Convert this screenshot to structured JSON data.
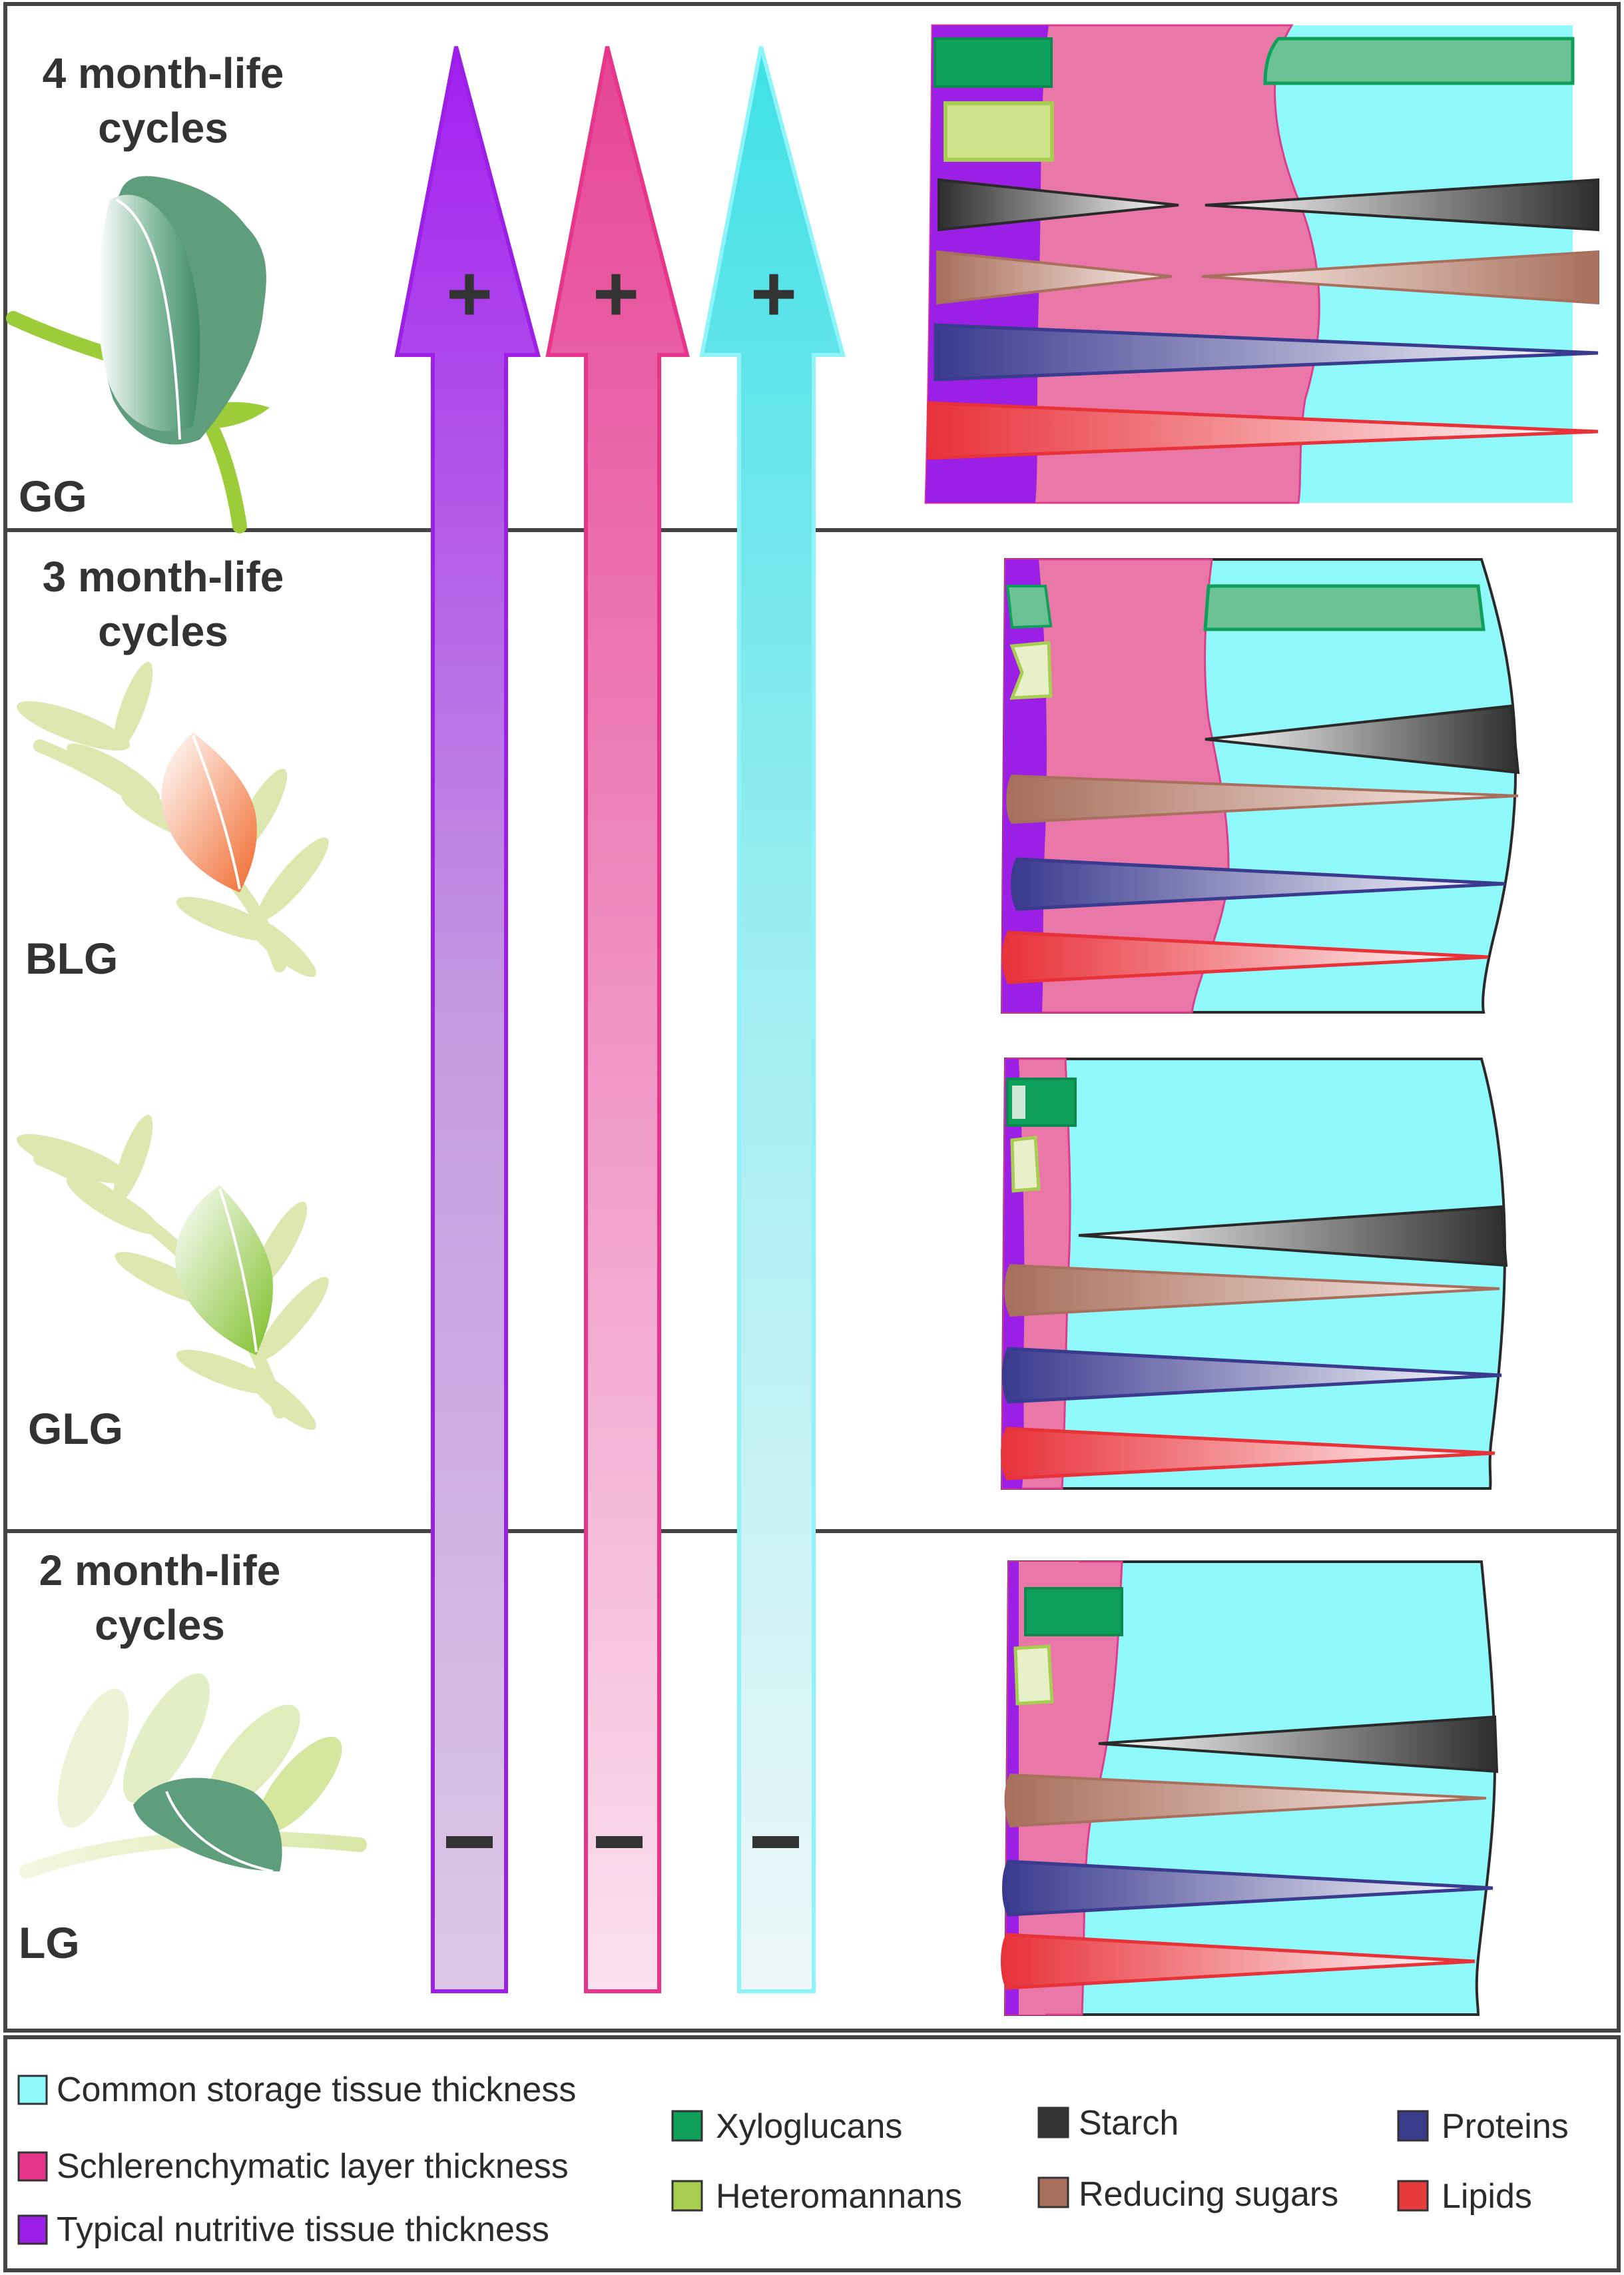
{
  "panels": [
    {
      "cycle_line1": "4 month-life",
      "cycle_line2": "cycles",
      "sample": "GG"
    },
    {
      "cycle_line1": "3 month-life",
      "cycle_line2": "cycles",
      "samples": [
        "BLG",
        "GLG"
      ]
    },
    {
      "cycle_line1": "2 month-life",
      "cycle_line2": "cycles",
      "sample": "LG"
    }
  ],
  "arrows": {
    "plus": "+",
    "minus": "−"
  },
  "legend": {
    "tissues": [
      {
        "label": "Common storage tissue thickness",
        "color": "#8ff9fc"
      },
      {
        "label": "Schlerenchymatic layer thickness",
        "color": "#e8358c"
      },
      {
        "label": "Typical nutritive tissue thickness",
        "color": "#9c1fe6"
      }
    ],
    "polysaccharides": [
      {
        "label": "Xyloglucans",
        "color": "#0ea05a"
      },
      {
        "label": "Heteromannans",
        "color": "#a9cc52"
      }
    ],
    "sugars": [
      {
        "label": "Starch",
        "color": "#333333"
      },
      {
        "label": "Reducing sugars",
        "color": "#a86f5c"
      }
    ],
    "macro": [
      {
        "label": "Proteins",
        "color": "#3b3b8c"
      },
      {
        "label": "Lipids",
        "color": "#e53b3b"
      }
    ]
  }
}
